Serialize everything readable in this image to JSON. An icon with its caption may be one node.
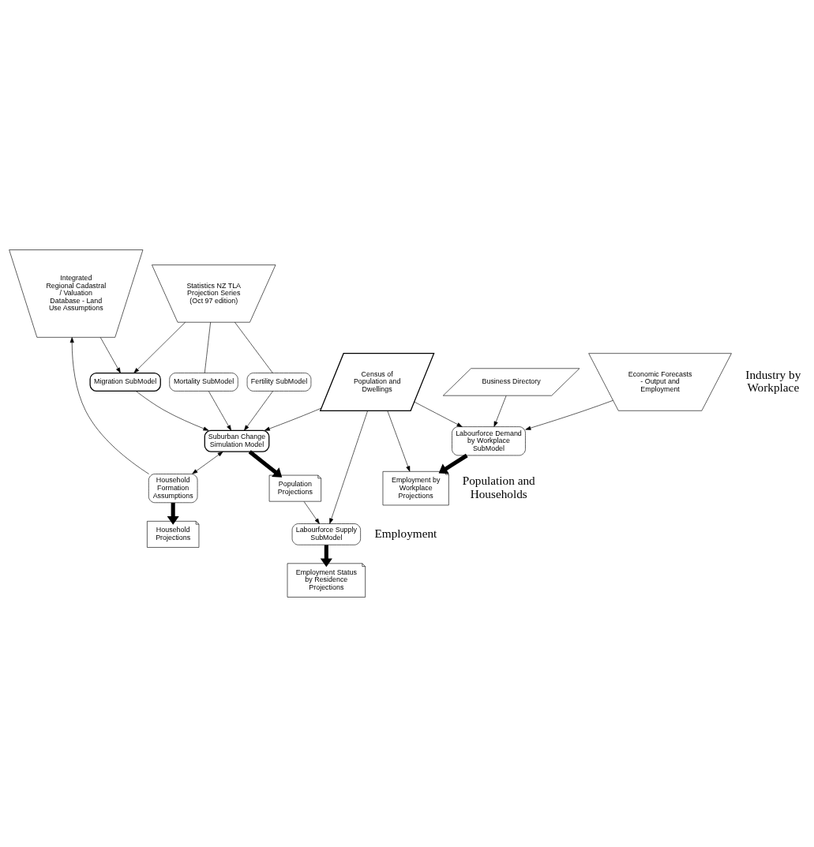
{
  "diagram": {
    "nodes": [
      {
        "text": [
          "Integrated Regional Cadastral / Valuation Database - Land Use Assumptions"
        ]
      },
      {
        "text": [
          "Household Formation Assumptions"
        ]
      },
      {
        "text": [
          "Household Projections"
        ]
      },
      {
        "text": [
          "Suburban Change Simulation Model"
        ]
      },
      {
        "text": [
          "Population Projections"
        ]
      },
      {
        "text": [
          "Migration SubModel"
        ]
      },
      {
        "text": [
          "Employment Status by Residence Projections"
        ]
      },
      {
        "text": [
          "Mortality SubModel"
        ]
      },
      {
        "text": [
          "Fertility SubModel"
        ]
      },
      {
        "text": [
          "Labourforce Supply SubModel"
        ]
      },
      {
        "text": [
          "Statistics NZ TLA Projection Series (Oct 97 edition)"
        ]
      },
      {
        "text": [
          "Census of Population and Dwellings"
        ]
      },
      {
        "text": [
          "Employment by Workplace Projections"
        ]
      },
      {
        "text": [
          "Business Directory"
        ]
      },
      {
        "text": [
          "Labourforce Demand by Workplace SubModel"
        ]
      },
      {
        "text": [
          "Economic Forecasts - Output and Employment"
        ]
      }
    ],
    "edges": [
      {
        "from": 1,
        "to": 0,
        "arrow": "to"
      },
      {
        "from": 1,
        "to": 2,
        "arrow": "to",
        "style": "thick"
      },
      {
        "from": 3,
        "to": 1,
        "arrow": "both"
      },
      {
        "from": 0,
        "to": 5,
        "arrow": "to"
      },
      {
        "from": 5,
        "to": 3,
        "arrow": "to"
      },
      {
        "from": 3,
        "to": 4,
        "arrow": "to",
        "style": "thick"
      },
      {
        "from": 4,
        "to": 9,
        "arrow": "to"
      },
      {
        "from": 9,
        "to": 6,
        "arrow": "to",
        "style": "thick"
      },
      {
        "from": 10,
        "to": 5,
        "arrow": "to"
      },
      {
        "from": 10,
        "to": 7,
        "arrow": "none"
      },
      {
        "from": 7,
        "to": 3,
        "arrow": "to"
      },
      {
        "from": 10,
        "to": 8,
        "arrow": "none"
      },
      {
        "from": 8,
        "to": 3,
        "arrow": "to"
      },
      {
        "from": 11,
        "to": 3,
        "arrow": "to"
      },
      {
        "from": 11,
        "to": 9,
        "arrow": "to"
      },
      {
        "from": 11,
        "to": 12,
        "arrow": "to"
      },
      {
        "from": 14,
        "to": 12,
        "arrow": "to",
        "style": "thick"
      },
      {
        "from": 11,
        "to": 14,
        "arrow": "to"
      },
      {
        "from": 13,
        "to": 14,
        "arrow": "to"
      },
      {
        "from": 15,
        "to": 14,
        "arrow": "to"
      }
    ],
    "labels": [
      "Population and Households",
      "Employment",
      "Industry by Workplace"
    ]
  }
}
